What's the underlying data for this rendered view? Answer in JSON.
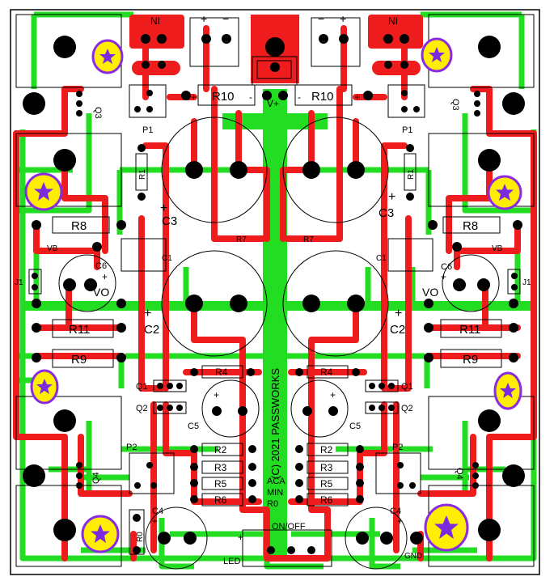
{
  "board": {
    "copyright": "(C) 2021 PASSWORKS",
    "power_label": "V+",
    "ground_label": "GND",
    "led_label": "LED",
    "switch_label": "ON/OFF",
    "title_lines": [
      "ACA",
      "MIN",
      "R0"
    ]
  },
  "components": {
    "ni": "NI",
    "plus": "+",
    "minus": "−",
    "minus_plain": "-",
    "r10": "R10",
    "r1": "R1",
    "r7": "R7",
    "r8": "R8",
    "r11": "R11",
    "r9": "R9",
    "r4": "R4",
    "r2": "R2",
    "r3": "R3",
    "r5": "R5",
    "r6": "R6",
    "r0": "R0",
    "c1": "C1",
    "c2": "C2",
    "c3": "C3",
    "c4": "C4",
    "c5": "C5",
    "c6": "C6",
    "q1": "Q1",
    "q2": "Q2",
    "q3": "Q3",
    "q4": "Q4",
    "p1": "P1",
    "p2": "P2",
    "j1": "J1",
    "vb": "VB",
    "vo": "VO"
  },
  "colors": {
    "trace_red": "#ee1c1c",
    "trace_green": "#22dd22",
    "pad_black": "#000000",
    "mount_yellow": "#ffee00",
    "mount_ring": "#8a2be2",
    "mount_star": "#7a2be0",
    "background": "#ffffff"
  },
  "icons": {
    "mounting_hole": "star-icon"
  }
}
